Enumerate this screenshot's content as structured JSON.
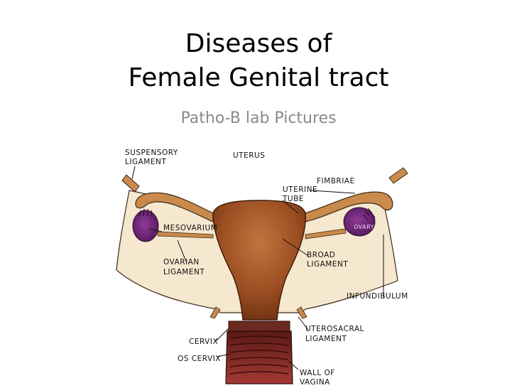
{
  "title": {
    "line1": "Diseases of",
    "line2": "Female Genital tract"
  },
  "subtitle": "Patho-B  lab Pictures",
  "labels": {
    "suspensory_ligament_1": "SUSPENSORY",
    "suspensory_ligament_2": "LIGAMENT",
    "uterus": "UTERUS",
    "fimbriae": "FIMBRIAE",
    "uterine_tube_1": "UTERINE",
    "uterine_tube_2": "TUBE",
    "mesovarium": "MESOVARIUM",
    "ovarian_ligament_1": "OVARIAN",
    "ovarian_ligament_2": "LIGAMENT",
    "broad_ligament_1": "BROAD",
    "broad_ligament_2": "LIGAMENT",
    "infundibulum": "INFUNDIBULUM",
    "uterosacral_ligament_1": "UTEROSACRAL",
    "uterosacral_ligament_2": "LIGAMENT",
    "cervix": "CERVIX",
    "os_cervix": "OS CERVIX",
    "wall_of_vagina_1": "WALL OF",
    "wall_of_vagina_2": "VAGINA",
    "ovary_right": "OVARY"
  },
  "colors": {
    "broad_ligament": "#f6e8cf",
    "uterus": "#a35a2c",
    "uterus_dark": "#6e3313",
    "tube": "#c98a4b",
    "ovary": "#6a2374",
    "vagina": "#8a2e2e"
  }
}
